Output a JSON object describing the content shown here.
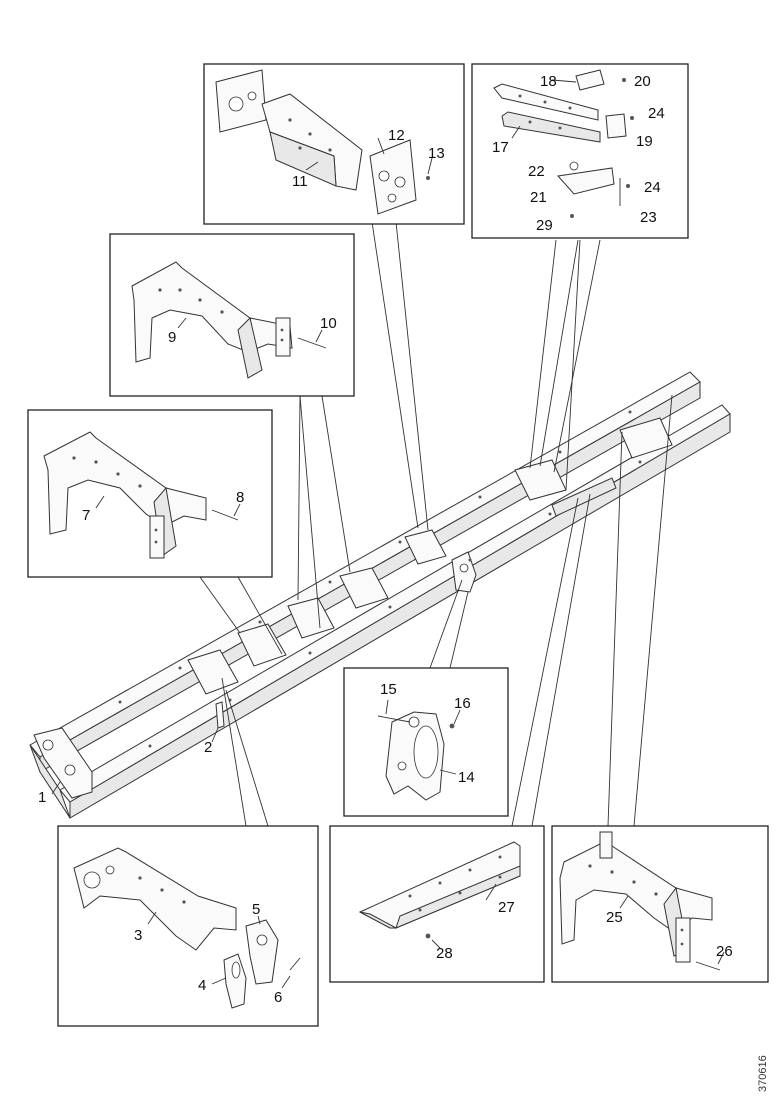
{
  "document_number": "370616",
  "callouts": [
    {
      "id": "c1",
      "text": "1"
    },
    {
      "id": "c2",
      "text": "2"
    },
    {
      "id": "c3",
      "text": "3"
    },
    {
      "id": "c4",
      "text": "4"
    },
    {
      "id": "c5",
      "text": "5"
    },
    {
      "id": "c6",
      "text": "6"
    },
    {
      "id": "c7",
      "text": "7"
    },
    {
      "id": "c8",
      "text": "8"
    },
    {
      "id": "c9",
      "text": "9"
    },
    {
      "id": "c10",
      "text": "10"
    },
    {
      "id": "c11",
      "text": "11"
    },
    {
      "id": "c12",
      "text": "12"
    },
    {
      "id": "c13",
      "text": "13"
    },
    {
      "id": "c14",
      "text": "14"
    },
    {
      "id": "c15",
      "text": "15"
    },
    {
      "id": "c16",
      "text": "16"
    },
    {
      "id": "c17",
      "text": "17"
    },
    {
      "id": "c18",
      "text": "18"
    },
    {
      "id": "c19",
      "text": "19"
    },
    {
      "id": "c20",
      "text": "20"
    },
    {
      "id": "c21",
      "text": "21"
    },
    {
      "id": "c22",
      "text": "22"
    },
    {
      "id": "c23",
      "text": "23"
    },
    {
      "id": "c24a",
      "text": "24"
    },
    {
      "id": "c24b",
      "text": "24"
    },
    {
      "id": "c25",
      "text": "25"
    },
    {
      "id": "c26",
      "text": "26"
    },
    {
      "id": "c27",
      "text": "27"
    },
    {
      "id": "c28",
      "text": "28"
    },
    {
      "id": "c29",
      "text": "29"
    }
  ]
}
